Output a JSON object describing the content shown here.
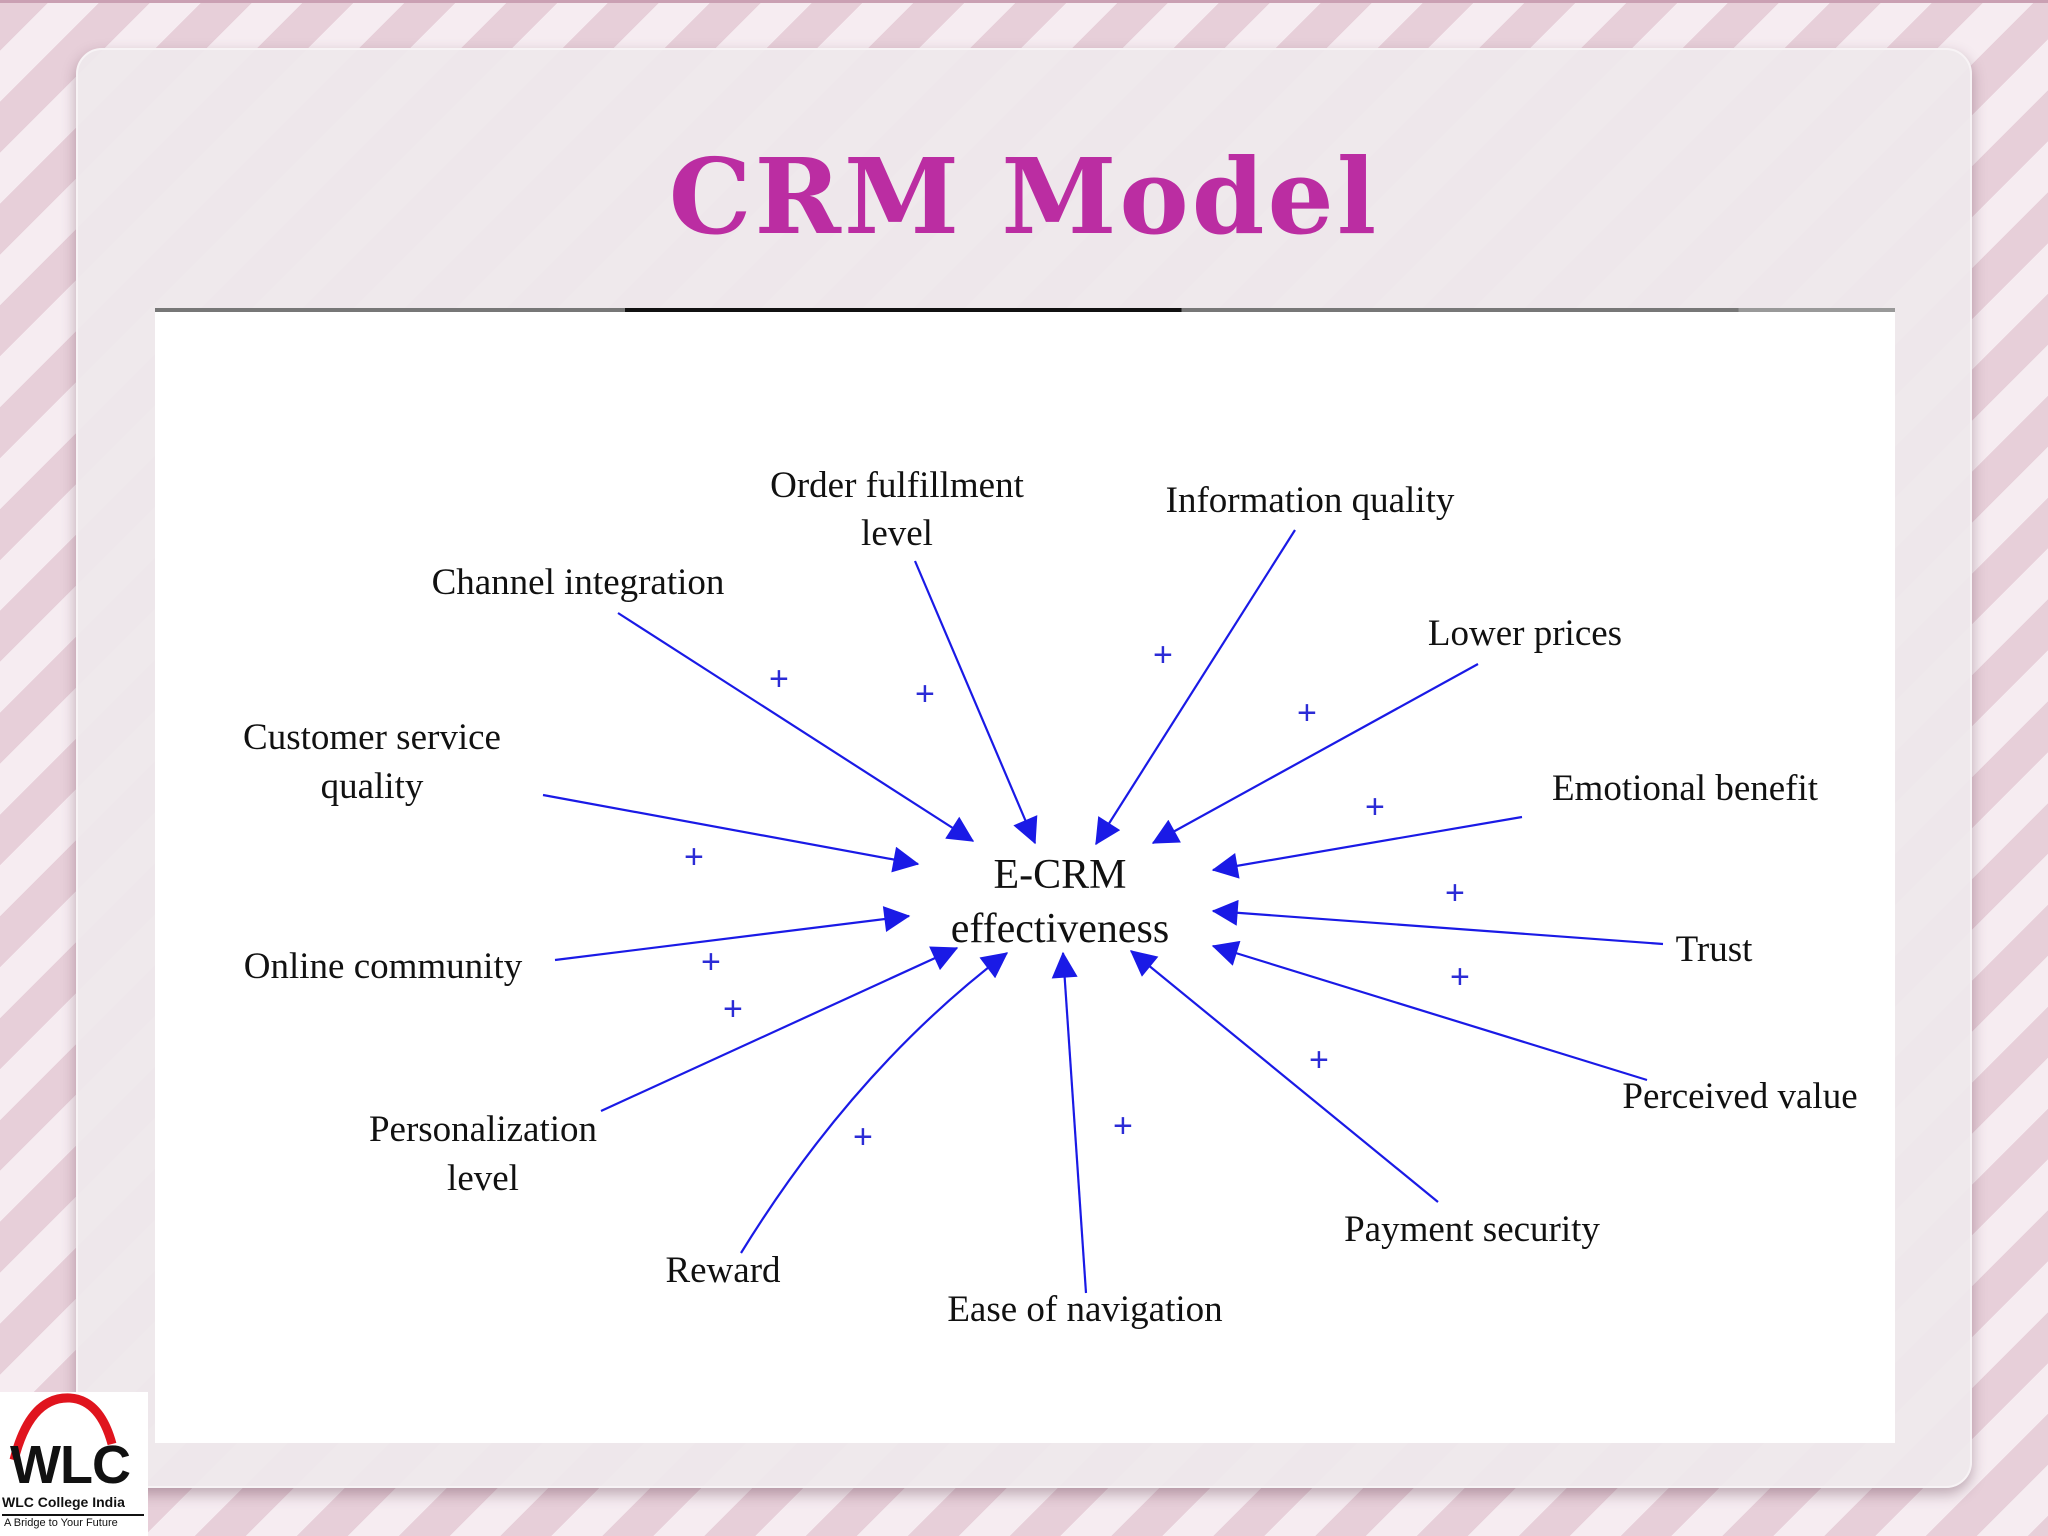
{
  "slide": {
    "title": "CRM Model"
  },
  "diagram": {
    "center_line1": "E-CRM",
    "center_line2": "effectiveness",
    "plus_sign": "+",
    "factors": [
      {
        "key": "order_fulfillment",
        "line1": "Order fulfillment",
        "line2": "level"
      },
      {
        "key": "information_quality",
        "line1": "Information quality"
      },
      {
        "key": "channel_integration",
        "line1": "Channel integration"
      },
      {
        "key": "lower_prices",
        "line1": "Lower prices"
      },
      {
        "key": "customer_service_quality",
        "line1": "Customer service",
        "line2": "quality"
      },
      {
        "key": "emotional_benefit",
        "line1": "Emotional benefit"
      },
      {
        "key": "trust",
        "line1": "Trust"
      },
      {
        "key": "online_community",
        "line1": "Online community"
      },
      {
        "key": "perceived_value",
        "line1": "Perceived value"
      },
      {
        "key": "personalization_level",
        "line1": "Personalization",
        "line2": "level"
      },
      {
        "key": "payment_security",
        "line1": "Payment security"
      },
      {
        "key": "reward",
        "line1": "Reward"
      },
      {
        "key": "ease_of_navigation",
        "line1": "Ease of navigation"
      }
    ],
    "arrow_color": "#1a1ae6"
  },
  "logo": {
    "mark": "WLC",
    "name": "WLC College India",
    "tagline": "A Bridge to Your Future"
  }
}
